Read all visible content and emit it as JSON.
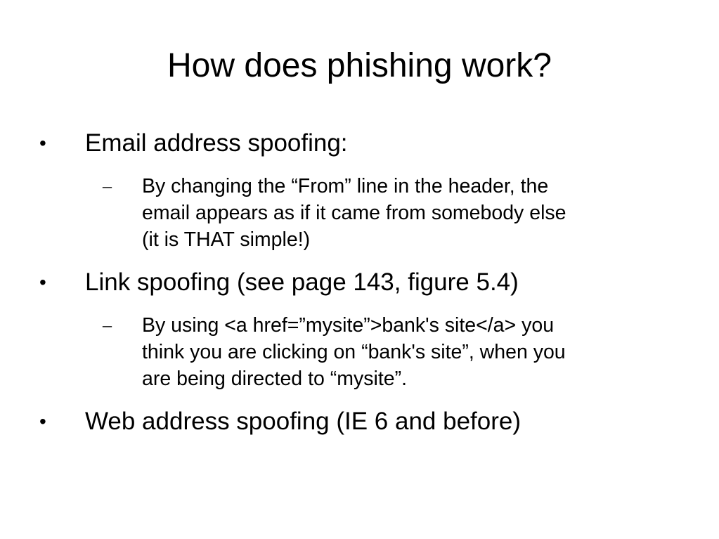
{
  "slide": {
    "title": "How does phishing work?",
    "bullet_glyph": "•",
    "sub_glyph": "–",
    "items": [
      {
        "text": "Email address spoofing:",
        "sub": {
          "lines": [
            "By changing the “From” line in the header, the",
            "email appears as if it came from somebody else",
            "(it is THAT simple!)"
          ]
        }
      },
      {
        "text": "Link spoofing (see page 143, figure 5.4)",
        "sub": {
          "lines": [
            "By using <a href=”mysite”>bank's site</a> you",
            "think you are clicking on “bank's site”, when you",
            "are being directed to “mysite”."
          ]
        }
      },
      {
        "text": "Web address spoofing (IE 6 and before)"
      }
    ]
  }
}
